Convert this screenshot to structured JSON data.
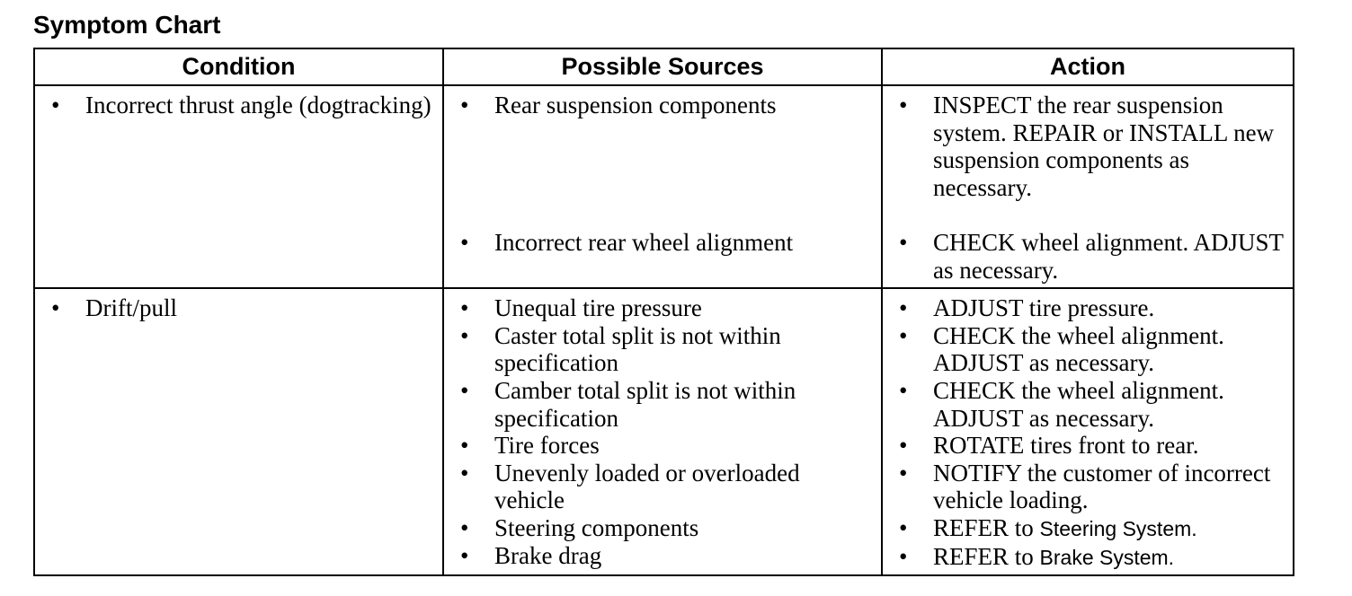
{
  "title": "Symptom Chart",
  "headers": {
    "condition": "Condition",
    "sources": "Possible Sources",
    "action": "Action"
  },
  "bullet": "•",
  "rows": [
    {
      "condition": "Incorrect thrust angle (dogtracking)",
      "sources": [
        "Rear suspension components",
        "Incorrect rear wheel alignment"
      ],
      "actions": [
        "INSPECT the rear suspension system. REPAIR or INSTALL new suspension components as necessary.",
        "CHECK wheel alignment. ADJUST as necessary."
      ]
    },
    {
      "condition": "Drift/pull",
      "sources": [
        "Unequal tire pressure",
        "Caster total split is not within specification",
        "Camber total split is not within specification",
        "Tire forces",
        "Unevenly loaded or overloaded vehicle",
        "Steering components",
        "Brake drag"
      ],
      "actions": [
        "ADJUST tire pressure.",
        "CHECK the wheel alignment. ADJUST as necessary.",
        "CHECK the wheel alignment. ADJUST as necessary.",
        "ROTATE tires front to rear.",
        "NOTIFY the customer of incorrect vehicle loading.",
        {
          "lead": "REFER to",
          "ref": "Steering System."
        },
        {
          "lead": "REFER to",
          "ref": "Brake System."
        }
      ]
    }
  ]
}
